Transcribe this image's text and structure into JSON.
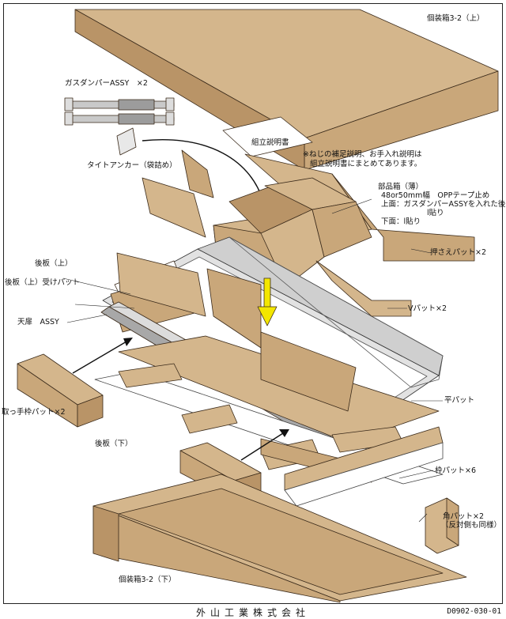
{
  "labels": {
    "top_box": "個装箱3-2（上）",
    "gas_damper": "ガスダンパーASSY　×2",
    "manual": "組立説明書",
    "tight_anchor": "タイトアンカー（袋詰め）",
    "note_line1": "※ねじの補足説明、お手入れ説明は",
    "note_line2": "組立説明書にまとめてあります。",
    "parts_box_line1": "部品箱（薄）",
    "parts_box_line2": "48or50mm幅　OPPテープ止め",
    "parts_box_line3": "上面：ガスダンパーASSYを入れた後",
    "parts_box_line4": "l貼り",
    "parts_box_line5": "下面：l貼り",
    "press_pad": "押さえパット×2",
    "back_plate_upper": "後板（上）",
    "back_plate_upper_pad": "後板（上）受けパット",
    "v_pad": "Vパット×2",
    "top_door_assy": "天扉　ASSY",
    "handle_frame_pad": "取っ手枠パット×2",
    "flat_pad": "平パット",
    "back_plate_lower": "後板（下）",
    "frame_pad": "枠パット×6",
    "corner_pad_line1": "角パット×2",
    "corner_pad_line2": "（反対側も同様）",
    "bottom_box": "個装箱3-2（下）"
  },
  "footer": {
    "company": "外山工業株式会社",
    "doc_number": "D0902-030-01"
  },
  "colors": {
    "cardboard": "#d4b68c",
    "cardboard_dark": "#b99467",
    "cardboard_side": "#c9a77a",
    "metal": "#b9b9b9",
    "arrow_yellow": "#f3e600"
  }
}
